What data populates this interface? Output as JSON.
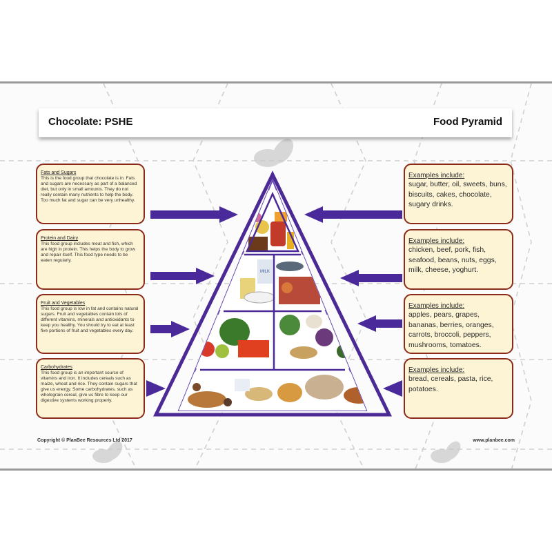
{
  "header": {
    "left_title": "Chocolate: PSHE",
    "right_title": "Food Pyramid"
  },
  "food_groups": [
    {
      "title": "Fats and Sugars",
      "description": "This is the food group that chocolate is in. Fats and sugars are necessary as part of a balanced diet, but only in small amounts. They do not really contain many nutrients to help the body. Too much fat and sugar can be very unhealthy.",
      "examples_title": "Examples include:",
      "examples": "sugar, butter, oil, sweets, buns, biscuits, cakes, chocolate, sugary drinks."
    },
    {
      "title": "Protein and Dairy",
      "description": "This food group includes meat and fish, which are high in protein. This helps the body to grow and repair itself. This food type needs to be eaten regularly.",
      "examples_title": "Examples include:",
      "examples": "chicken, beef, pork, fish, seafood, beans, nuts, eggs, milk, cheese, yoghurt."
    },
    {
      "title": "Fruit and Vegetables",
      "description": "This food group is low in fat and contains natural sugars. Fruit and vegetables contain lots of different vitamins, minerals and antioxidants to keep you healthy. You should try to eat at least five portions of fruit and vegetables every day.",
      "examples_title": "Examples include:",
      "examples": "apples, pears, grapes, bananas, berries, oranges, carrots, broccoli, peppers, mushrooms, tomatoes."
    },
    {
      "title": "Carbohydrates",
      "description": "This food group is an important source of vitamins and iron. It includes cereals such as maize, wheat and rice. They contain sugars that give us energy. Some carbohydrates, such as wholegrain cereal, give us fibre to keep our digestive systems working properly.",
      "examples_title": "Examples include:",
      "examples": "bread, cereals, pasta, rice, potatoes."
    }
  ],
  "pyramid_labels": {
    "milk_label": "MILK"
  },
  "footer": {
    "copyright": "Copyright © PlanBee Resources Ltd 2017",
    "website": "www.planbee.com"
  },
  "colors": {
    "arrow": "#4a2a9a",
    "pyramid_outline": "#4b2a95",
    "box_fill": "#fdf4d6",
    "box_border": "#8b2a1a"
  }
}
